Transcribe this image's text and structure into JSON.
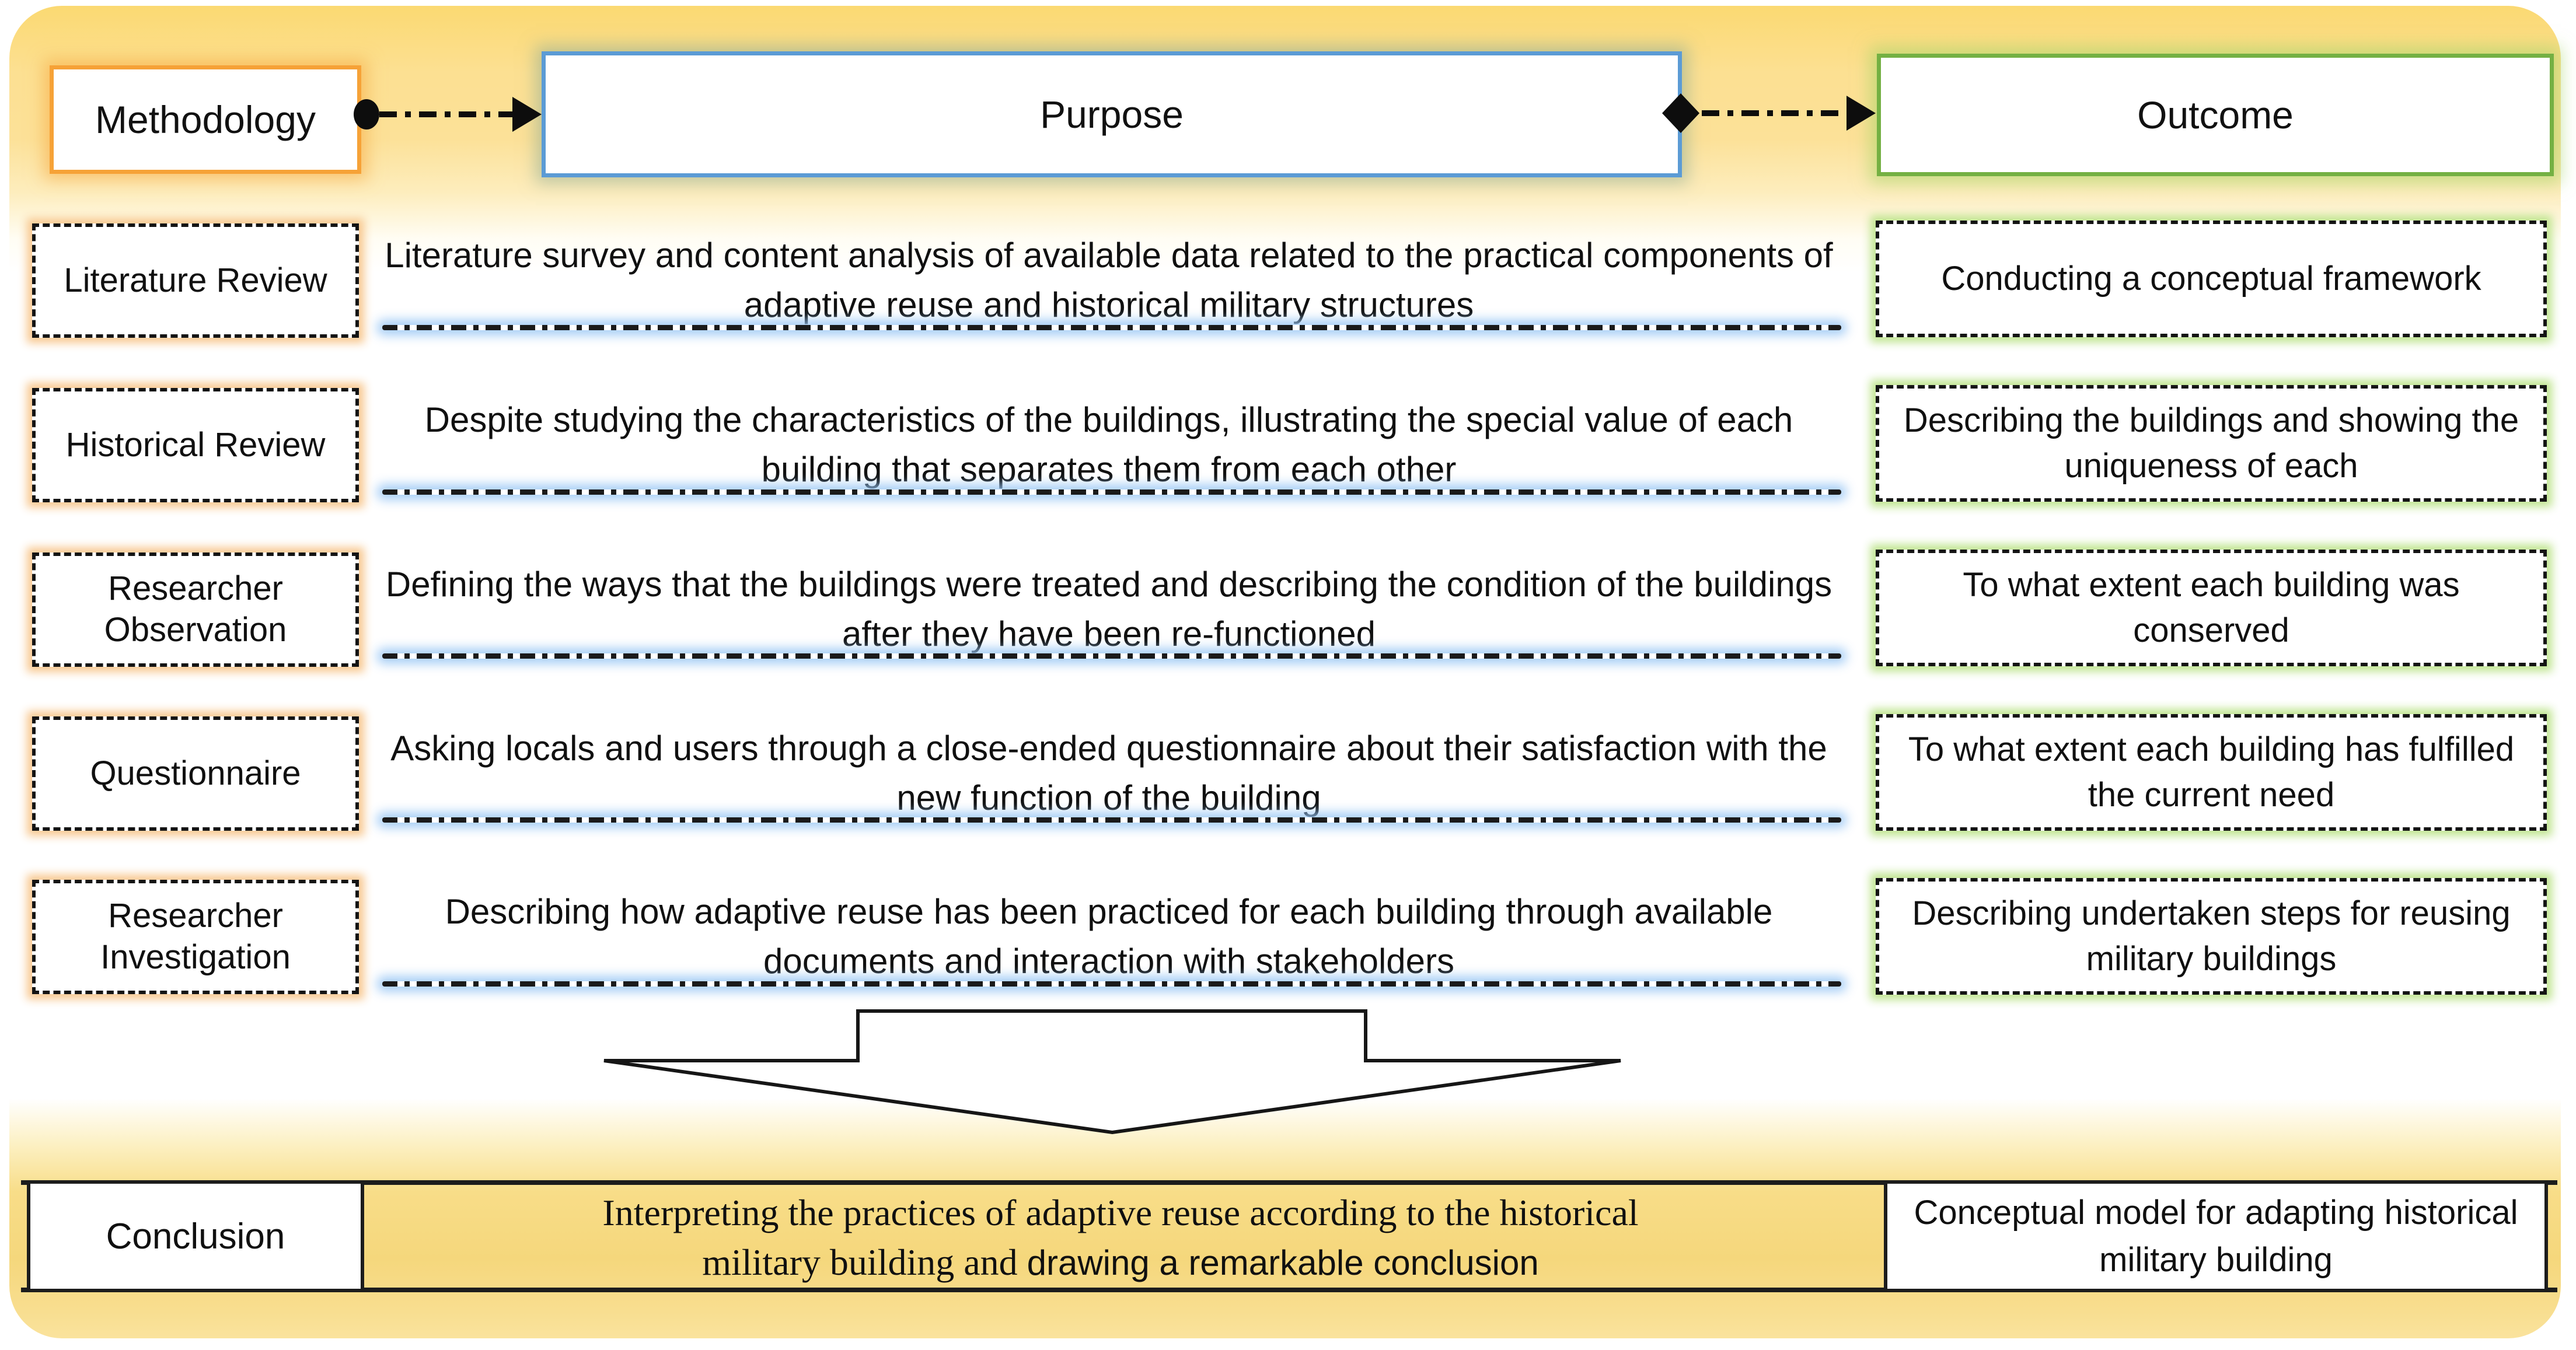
{
  "header": {
    "methodology": "Methodology",
    "purpose": "Purpose",
    "outcome": "Outcome"
  },
  "rows": [
    {
      "method": "Literature Review",
      "purpose": "Literature survey and content analysis of available data related to the practical components of adaptive reuse and historical military structures",
      "outcome": "Conducting a conceptual framework"
    },
    {
      "method": "Historical Review",
      "purpose": "Despite studying the characteristics of the buildings, illustrating the special value of each building that separates them from each other",
      "outcome": "Describing the buildings and showing the uniqueness of each"
    },
    {
      "method": "Researcher Observation",
      "purpose": "Defining the ways that the buildings were treated and describing the condition of the buildings after they have been re-functioned",
      "outcome": "To what extent each building was conserved"
    },
    {
      "method": "Questionnaire",
      "purpose": "Asking locals and users through a close-ended questionnaire about their satisfaction with the new function of the building",
      "outcome": "To what extent each building has fulfilled the current need"
    },
    {
      "method": "Researcher Investigation",
      "purpose": "Describing how adaptive reuse has been practiced for each building through available documents and interaction with stakeholders",
      "outcome": "Describing undertaken steps for reusing military buildings"
    }
  ],
  "conclusion": {
    "label": "Conclusion",
    "line1": "Interpreting the practices of adaptive reuse according to the historical",
    "line2_serif": "military building and",
    "line2_sans": "drawing a remarkable conclusion",
    "outcome": "Conceptual model for adapting historical military building"
  },
  "colors": {
    "methodology_border": "#f6a237",
    "purpose_border": "#5b9bd5",
    "outcome_border": "#74b043",
    "method_glow": "#f8c68c",
    "outcome_glow": "#bee48c",
    "underline_glow": "#96c6f4",
    "panel_yellow": "#fbd972",
    "panel_gold": "#f5d77c",
    "line_color": "#1a1a1a"
  }
}
